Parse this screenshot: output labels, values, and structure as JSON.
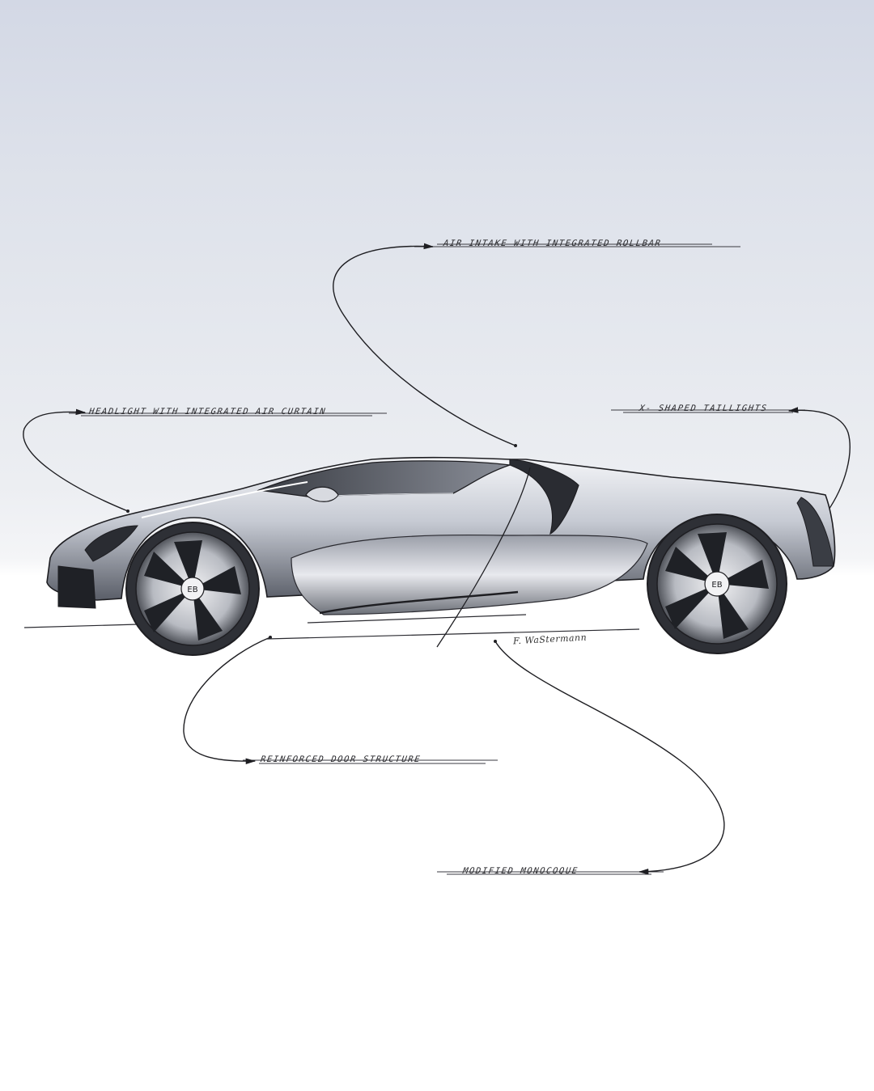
{
  "annotations": {
    "air_intake": "AIR INTAKE WITH INTEGRATED ROLLBAR",
    "headlight": "HEADLIGHT WITH INTEGRATED AIR CURTAIN",
    "taillights": "X- SHAPED TAILLIGHTS",
    "door": "REINFORCED DOOR STRUCTURE",
    "monocoque": "MODIFIED MONOCOQUE"
  },
  "signature": "F. WaStermann",
  "wheel_badge": "EB",
  "colors": {
    "ink": "#1e1e22",
    "sky_top": "#d3d8e5",
    "ground": "#ffffff"
  }
}
